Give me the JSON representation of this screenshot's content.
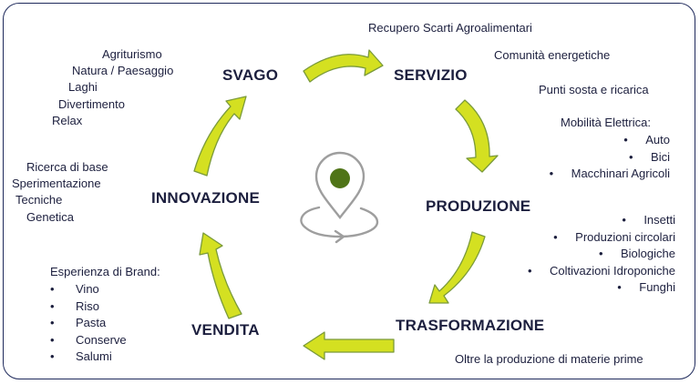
{
  "stages": {
    "svago": "SVAGO",
    "servizio": "SERVIZIO",
    "produzione": "PRODUZIONE",
    "trasformazione": "TRASFORMAZIONE",
    "vendita": "VENDITA",
    "innovazione": "INNOVAZIONE"
  },
  "svago_items": [
    "Agriturismo",
    "Natura / Paesaggio",
    "Laghi",
    "Divertimento",
    "Relax"
  ],
  "servizio_items": {
    "recupero": "Recupero Scarti Agroalimentari",
    "comunita": "Comunità energetiche",
    "punti": "Punti sosta e ricarica",
    "mobilita": "Mobilità Elettrica:",
    "mobilita_list": [
      "Auto",
      "Bici",
      "Macchinari Agricoli"
    ]
  },
  "produzione_items": [
    "Insetti",
    "Produzioni circolari",
    "Biologiche",
    "Coltivazioni Idroponiche",
    "Funghi"
  ],
  "trasformazione_note": "Oltre la produzione di materie prime",
  "vendita_items": {
    "heading": "Esperienza di Brand:",
    "list": [
      "Vino",
      "Riso",
      "Pasta",
      "Conserve",
      "Salumi"
    ]
  },
  "innovazione_items": [
    "Ricerca di base",
    "Sperimentazione",
    "Tecniche",
    "Genetica"
  ],
  "colors": {
    "arrow_fill": "#d4e021",
    "arrow_stroke": "#7a9a3a",
    "pin_stroke": "#9e9e9e",
    "pin_dot": "#4f7417",
    "text": "#1c1f3e"
  },
  "icons": {
    "center": "location-pin-icon"
  }
}
